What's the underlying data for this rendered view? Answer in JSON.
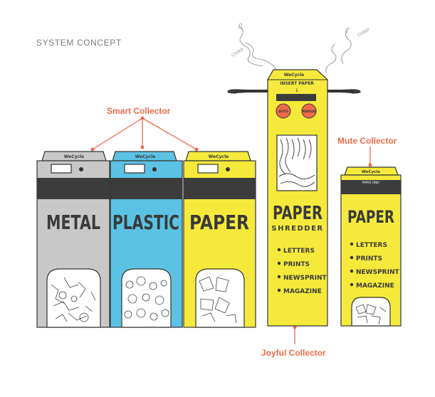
{
  "header": {
    "title": "SYSTEM CONCEPT"
  },
  "callouts": {
    "smart": "Smart Collector",
    "mute": "Mute Collector",
    "joyful": "Joyful Collector"
  },
  "brand": "WeCycle",
  "sounds": {
    "chirp_left": "CHIRP",
    "chirp_right": "CHIRP"
  },
  "bins": [
    {
      "label": "METAL",
      "color": "#c8c8c8"
    },
    {
      "label": "PLASTIC",
      "color": "#5bc2e4"
    },
    {
      "label": "PAPER",
      "color": "#f5ea3c"
    }
  ],
  "shredder": {
    "label": "PAPER",
    "sublabel": "SHREDDER",
    "slot_label": "INSERT PAPER",
    "buttons": [
      "AUTO",
      "MANUAL"
    ],
    "items": [
      "LETTERS",
      "PRINTS",
      "NEWSPRINT",
      "MAGAZINE"
    ],
    "color": "#f5ea3c"
  },
  "mute": {
    "label": "PAPER",
    "slot_label": "PAPER ONLY",
    "items": [
      "LETTERS",
      "PRINTS",
      "NEWSPRINT",
      "MAGAZINE"
    ],
    "color": "#f5ea3c"
  },
  "colors": {
    "accent": "#ef6a4a",
    "ink": "#3a3a3a",
    "screen": "#3c3c3c"
  }
}
